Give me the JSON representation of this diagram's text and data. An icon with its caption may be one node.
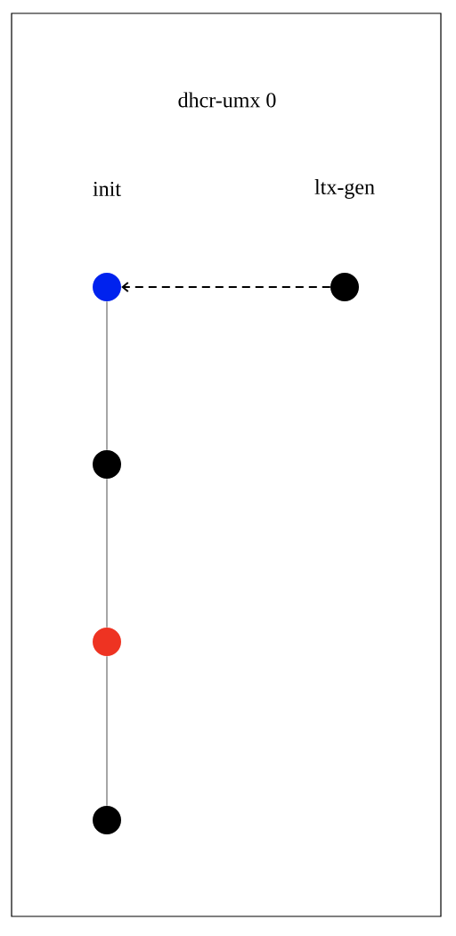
{
  "diagram": {
    "title": "dhcr-umx 0",
    "nodes": [
      {
        "text": [],
        "shape": "circle"
      },
      {
        "text": [],
        "shape": "circle"
      },
      {
        "text": [],
        "shape": "circle"
      },
      {
        "text": [],
        "shape": "circle"
      },
      {
        "text": [],
        "shape": "circle"
      }
    ],
    "edges": [
      {
        "from": 1,
        "to": 0,
        "arrow": "to",
        "style": "dashed",
        "color": "#000000"
      },
      {
        "from": 0,
        "to": 2,
        "arrow": "none"
      },
      {
        "from": 2,
        "to": 3,
        "arrow": "none"
      },
      {
        "from": 3,
        "to": 4,
        "arrow": "none"
      }
    ],
    "labels": [
      "init",
      "ltx-gen"
    ]
  }
}
